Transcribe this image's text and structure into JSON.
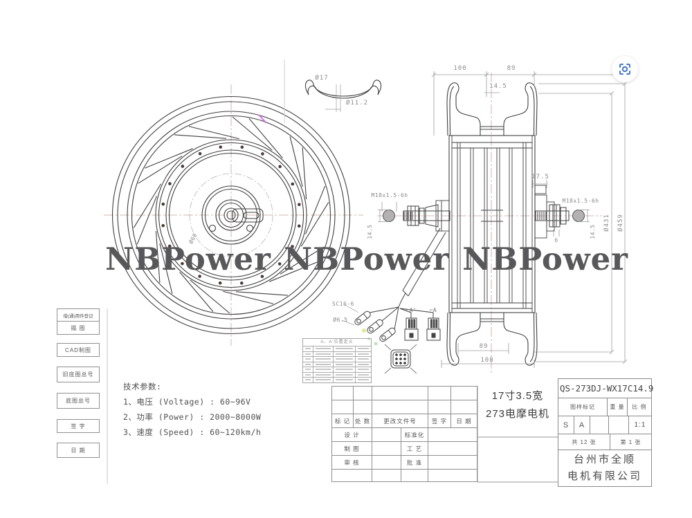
{
  "watermark": {
    "words": [
      "NBPower",
      "NBPower",
      "NBPower"
    ],
    "color": "#58585a"
  },
  "detail_view": {
    "dia_outer": "Ø17",
    "dia_inner": "Ø11.2"
  },
  "front_view": {
    "hub_dia": "Ø60"
  },
  "section_view": {
    "dim_100": "100",
    "dim_89_top": "89",
    "dim_14_5": "14.5",
    "thread_left": "M18x1.5-6h",
    "thread_right": "M18x1.5-6h",
    "dim_17_5": "17.5",
    "dim_6": "6",
    "axle_flat_left": "14.5",
    "axle_flat_right": "14.5",
    "dia_431": "Ø431",
    "dia_459": "Ø459",
    "dim_89_bottom": "89",
    "dim_108": "108"
  },
  "cable": {
    "lug_spec": "SC16-6",
    "lug_hole": "Ø6.5",
    "label_a_prime": "⌐A'",
    "label_a": "⌐A"
  },
  "pin_table": {
    "title": "A、A'位置定义"
  },
  "tech_params": {
    "title": "技术参数:",
    "items": [
      "1、电压 (Voltage) : 60~96V",
      "2、功率 (Power) : 2000~8000W",
      "3、速度 (Speed) : 60~120km/h"
    ]
  },
  "left_table": {
    "rows": [
      "借(通)用件登记",
      "描  图",
      "CAD制图",
      "旧底图总号",
      "底图总号",
      "签    字",
      "日    期"
    ]
  },
  "revision_table": {
    "header": [
      "标 记",
      "处 数",
      "更改文件号",
      "签 字",
      "日 期"
    ],
    "rows": [
      {
        "l": "设 计",
        "r": "标准化"
      },
      {
        "l": "制 图",
        "r": "工 艺"
      },
      {
        "l": "审 核",
        "r": "批 准"
      }
    ]
  },
  "product": {
    "line1": "17寸3.5宽",
    "line2": "273电摩电机"
  },
  "title_block": {
    "drawing_no": "QS-273DJ-WX17C14.9",
    "col_mark": "图样标记",
    "col_weight": "重 量",
    "col_scale": "比 例",
    "mark_s": "S",
    "mark_a": "A",
    "scale": "1:1",
    "sheet_total": "共 12 张",
    "sheet_no": "第 1 张",
    "company_line1": "台州市全顺",
    "company_line2": "电机有限公司"
  }
}
